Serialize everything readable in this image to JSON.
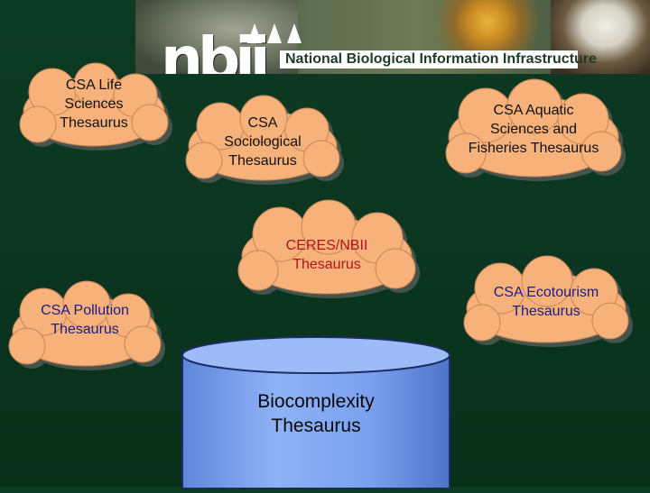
{
  "banner": {
    "logo": "nbii",
    "tagline": "National Biological Information Infrastructure"
  },
  "clouds": {
    "life_sciences": {
      "lines": [
        "CSA Life",
        "Sciences",
        "Thesaurus"
      ]
    },
    "sociological": {
      "lines": [
        "CSA",
        "Sociological",
        "Thesaurus"
      ]
    },
    "aquatic": {
      "lines": [
        "CSA Aquatic",
        "Sciences and",
        "Fisheries Thesaurus"
      ]
    },
    "ceres": {
      "lines": [
        "CERES/NBII",
        "Thesaurus"
      ]
    },
    "pollution": {
      "lines": [
        "CSA Pollution",
        "Thesaurus"
      ]
    },
    "ecotourism": {
      "lines": [
        "CSA Ecotourism",
        "Thesaurus"
      ]
    }
  },
  "database": {
    "lines": [
      "Biocomplexity",
      "Thesaurus"
    ]
  },
  "colors": {
    "background": "#0d3a22",
    "cloud_fill": "#f6b27a",
    "cylinder_fill": "#7fa4f2",
    "text_dark": "#111111",
    "text_navy": "#1b1b8a",
    "text_red": "#b3121b"
  }
}
